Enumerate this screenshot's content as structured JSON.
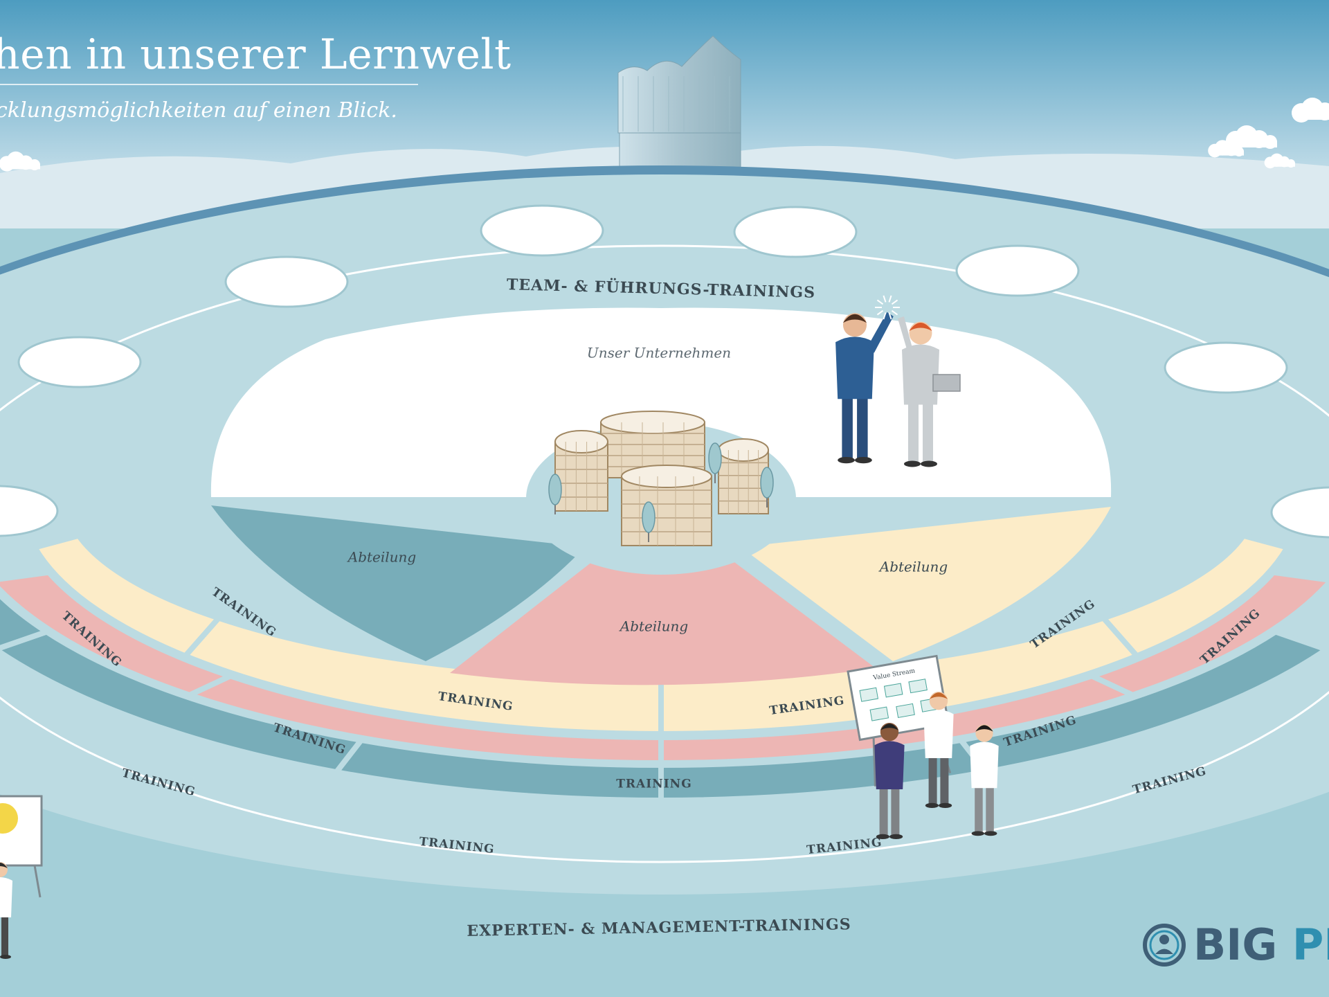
{
  "header": {
    "title": "hen in unserer Lernwelt",
    "subtitle": "cklungsmöglichkeiten auf einen Blick."
  },
  "rings": {
    "outer_label": "TEAM- & FÜHRUNGS-TRAININGS",
    "bottom_label": "EXPERTEN- & MANAGEMENT-TRAININGS"
  },
  "center": {
    "company_label": "Unser Unternehmen",
    "departments": [
      "Abteilung",
      "Abteilung",
      "Abteilung"
    ]
  },
  "training_label": "TRAINING",
  "whiteboard": {
    "title": "Value Stream"
  },
  "brand": {
    "logo_a": "BIG",
    "logo_b": "PI"
  },
  "colors": {
    "sky_top": "#4d9cc0",
    "sky_bottom": "#e6f1f5",
    "disc": "#bcdbe2",
    "disc_outer": "#a4cfd8",
    "teal": "#78adb9",
    "pink": "#edb6b4",
    "cream": "#fcecc8",
    "white": "#ffffff",
    "text_dark": "#3b4a52",
    "brand": "#3f5f77",
    "brand_accent": "#2f8fb0"
  }
}
